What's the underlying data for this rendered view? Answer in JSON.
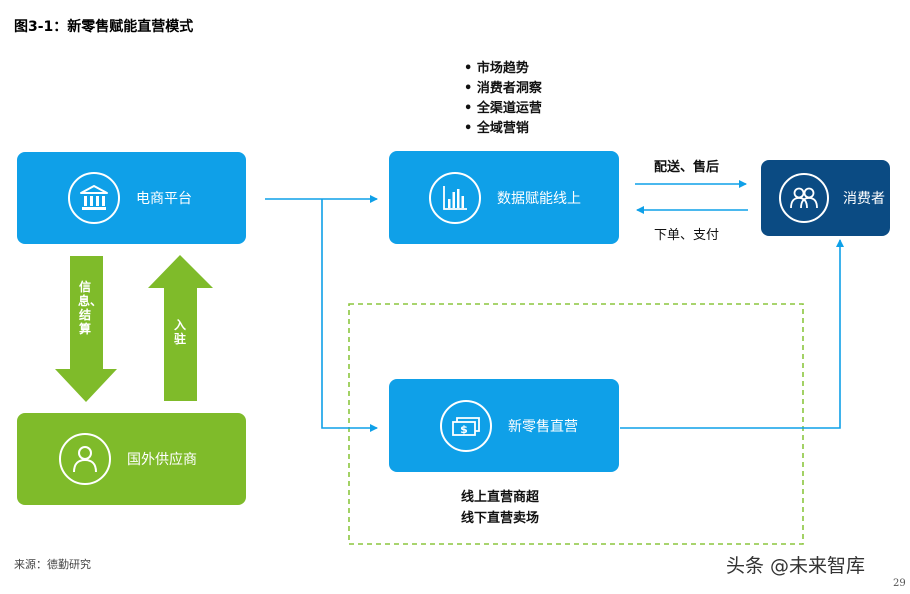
{
  "title": "图3-1：新零售赋能直营模式",
  "nodes": {
    "ecommerce": {
      "label": "电商平台",
      "icon": "bank-icon"
    },
    "supplier": {
      "label": "国外供应商",
      "icon": "person-icon"
    },
    "online": {
      "label": "数据赋能线上",
      "icon": "bar-chart-icon"
    },
    "consumer": {
      "label": "消费者",
      "icon": "people-icon"
    },
    "offline": {
      "label": "新零售直营",
      "icon": "cash-icon"
    }
  },
  "online_bullets": [
    "市场趋势",
    "消费者洞察",
    "全渠道运营",
    "全域营销"
  ],
  "edges": {
    "delivery": "配送、售后",
    "order_pay": "下单、支付",
    "info_settle": "信息、结算",
    "entry": "入驻"
  },
  "offline_items": [
    "线上直营商超",
    "线下直营卖场"
  ],
  "source": "来源：德勤研究",
  "watermark": "头条 @未来智库",
  "page_number": "29",
  "colors": {
    "blue": "#0fa0e8",
    "green": "#7fbb2a",
    "navy": "#0b4b83",
    "dashed_border": "#8cc63f"
  }
}
